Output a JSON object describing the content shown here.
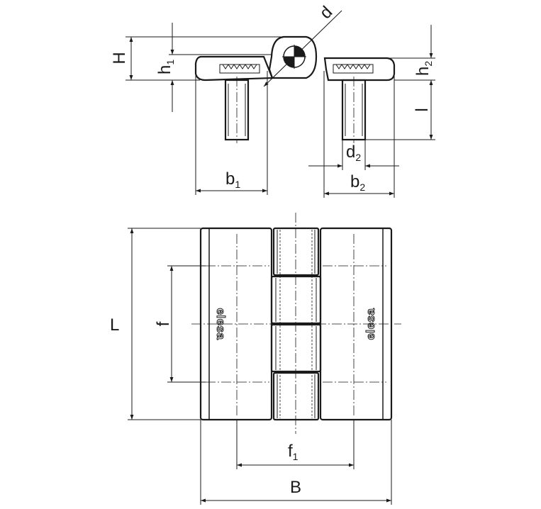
{
  "labels": {
    "d": "d",
    "H": "H",
    "h1_main": "h",
    "h1_sub": "1",
    "h2_main": "h",
    "h2_sub": "2",
    "l": "l",
    "d2_main": "d",
    "d2_sub": "2",
    "b1_main": "b",
    "b1_sub": "1",
    "b2_main": "b",
    "b2_sub": "2",
    "L": "L",
    "f": "f",
    "f1_main": "f",
    "f1_sub": "1",
    "B": "B"
  },
  "logo_text": "elesa"
}
